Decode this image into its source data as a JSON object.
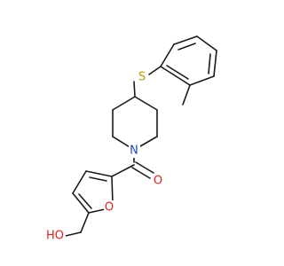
{
  "molecule": {
    "atoms": {
      "sulfur": {
        "symbol": "S",
        "color": "#b8a000"
      },
      "nitrogen": {
        "symbol": "N",
        "color": "#1f3fd6"
      },
      "carbonyl_oxygen": {
        "symbol": "O",
        "color": "#e0201b"
      },
      "furan_oxygen": {
        "symbol": "O",
        "color": "#e0201b"
      },
      "hydroxyl": {
        "symbol": "HO",
        "color": "#e0201b"
      }
    },
    "bond_color": "#1a1a1a"
  }
}
